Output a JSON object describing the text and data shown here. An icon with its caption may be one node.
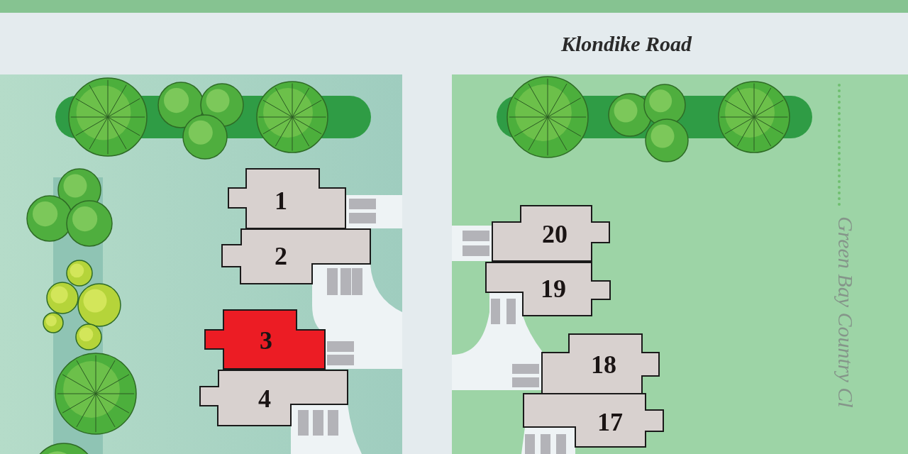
{
  "diagram": {
    "nodes": [
      {
        "text": [
          "1"
        ]
      },
      {
        "text": [
          "2"
        ]
      },
      {
        "text": [
          "3"
        ]
      },
      {
        "text": [
          "4"
        ]
      },
      {
        "text": [
          "20"
        ]
      },
      {
        "text": [
          "19"
        ]
      },
      {
        "text": [
          "18"
        ]
      },
      {
        "text": [
          "17"
        ]
      }
    ],
    "labels": [
      "Klondike Road",
      "Green Bay Country Cl"
    ]
  }
}
